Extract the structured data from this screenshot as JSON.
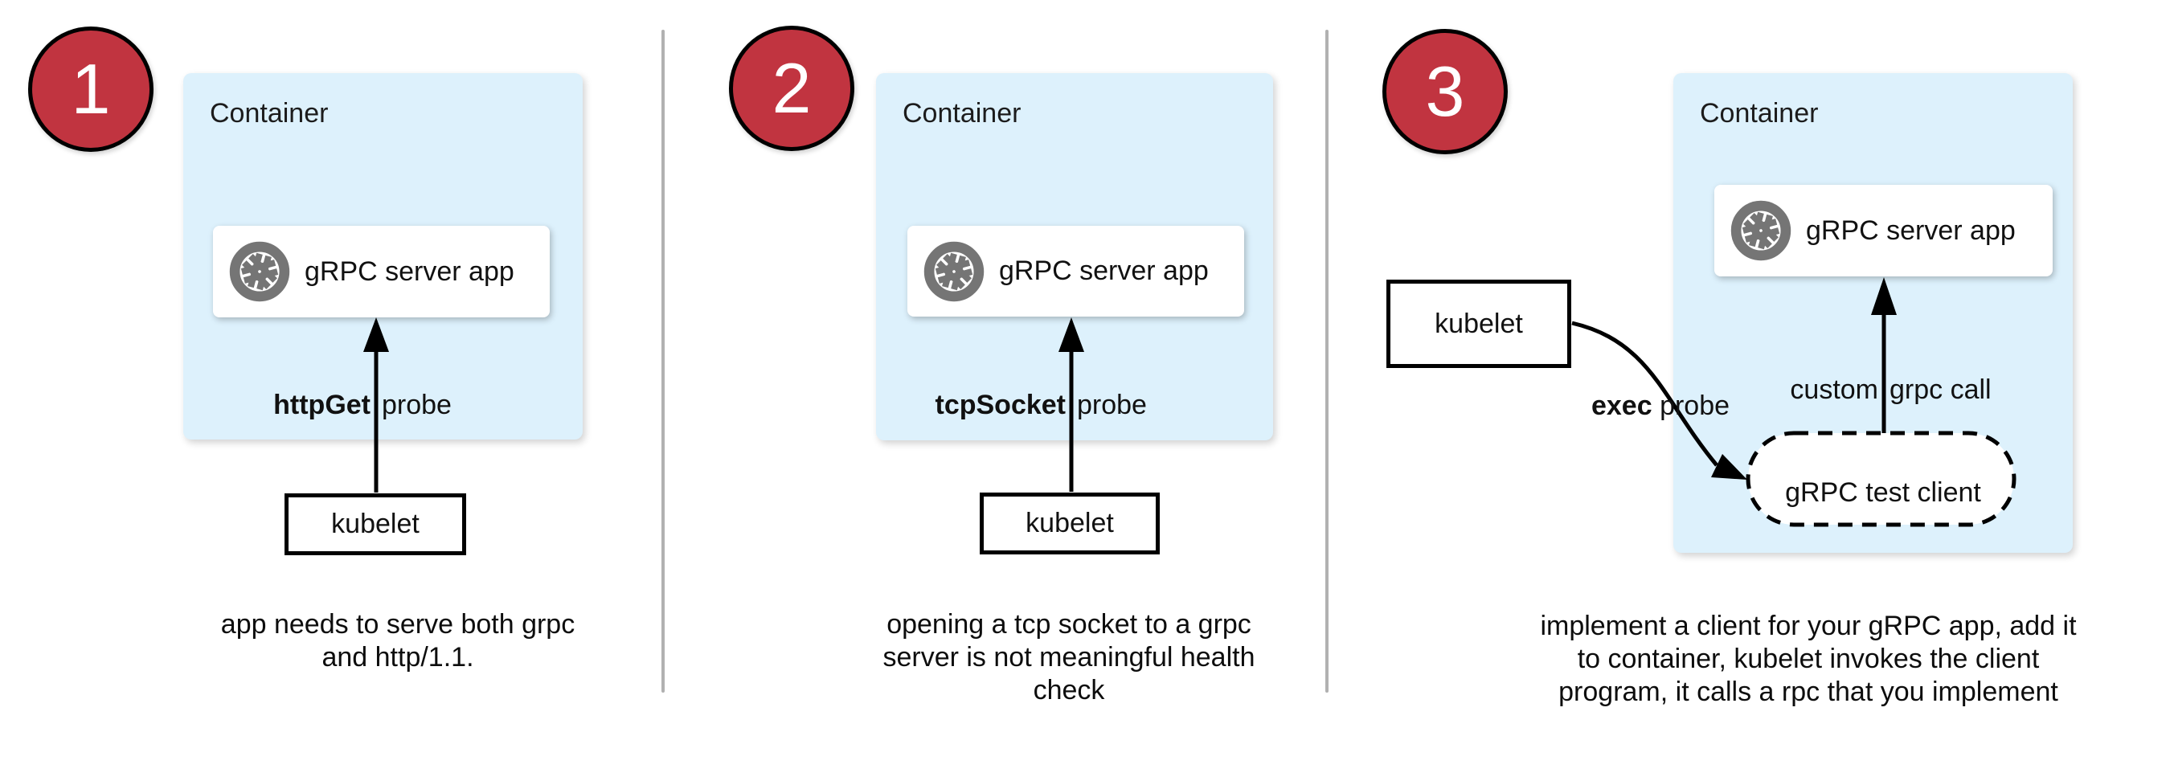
{
  "diagram": {
    "panels": [
      {
        "number": "1",
        "container_label": "Container",
        "app_box": {
          "icon": "aperture-icon",
          "label": "gRPC server app"
        },
        "probe_label": {
          "bold": "httpGet",
          "rest": "probe"
        },
        "kubelet_label": "kubelet",
        "caption_lines": [
          "app needs to serve both grpc",
          "and http/1.1."
        ]
      },
      {
        "number": "2",
        "container_label": "Container",
        "app_box": {
          "icon": "aperture-icon",
          "label": "gRPC server app"
        },
        "probe_label": {
          "bold": "tcpSocket",
          "rest": "probe"
        },
        "kubelet_label": "kubelet",
        "caption_lines": [
          "opening a tcp socket to a grpc",
          "server is not meaningful health",
          "check"
        ]
      },
      {
        "number": "3",
        "container_label": "Container",
        "app_box": {
          "icon": "aperture-icon",
          "label": "gRPC server app"
        },
        "probe_label": {
          "bold": "exec",
          "rest": "probe"
        },
        "grpc_call_label": {
          "left": "custom",
          "right": "grpc call"
        },
        "test_client_label": "gRPC test client",
        "kubelet_label": "kubelet",
        "caption_lines": [
          "implement a client for your gRPC app, add it",
          "to container, kubelet invokes the client",
          "program, it calls a rpc that you implement"
        ]
      }
    ],
    "colors": {
      "container_fill": "#ddf1fc",
      "badge_red": "#c13440",
      "icon_gray": "#757575",
      "divider_gray": "#b1b1b1",
      "arrow_black": "#000000"
    }
  }
}
